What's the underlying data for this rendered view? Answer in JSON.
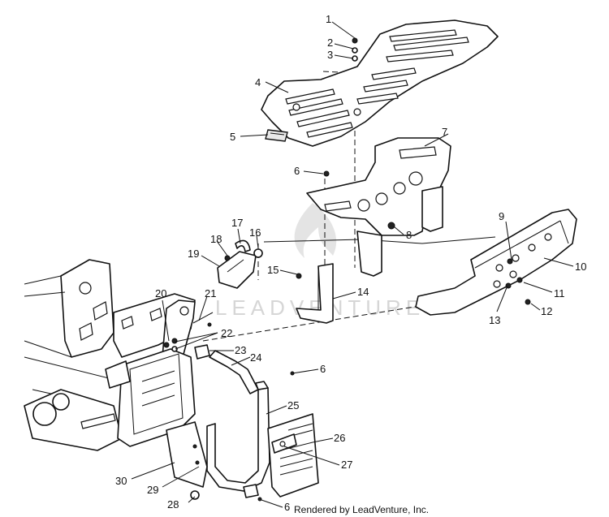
{
  "callouts": [
    "1",
    "2",
    "3",
    "4",
    "5",
    "6",
    "7",
    "8",
    "9",
    "10",
    "11",
    "12",
    "13",
    "14",
    "15",
    "16",
    "17",
    "18",
    "19",
    "20",
    "21",
    "22",
    "23",
    "24",
    "25",
    "26",
    "27",
    "28",
    "29",
    "30"
  ],
  "callout_6b": "6",
  "callout_6c": "6",
  "watermark": "LEADVENTURE",
  "credit": "Rendered by LeadVenture, Inc."
}
